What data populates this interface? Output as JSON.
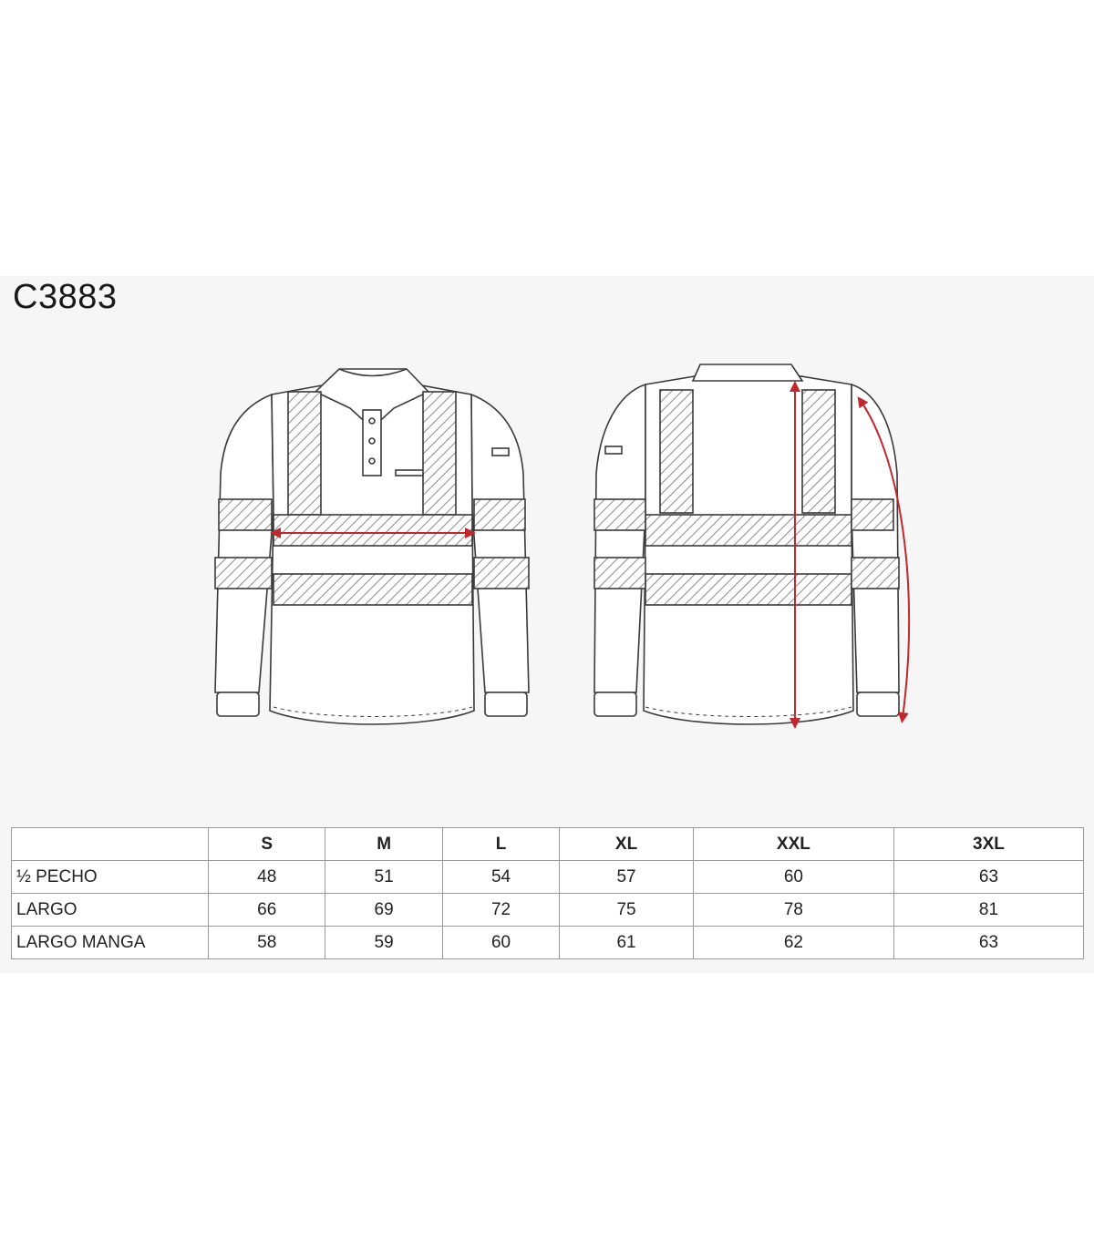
{
  "product_code": "C3883",
  "size_table": {
    "headers": [
      "",
      "S",
      "M",
      "L",
      "XL",
      "XXL",
      "3XL"
    ],
    "rows": [
      {
        "label": "½  PECHO",
        "values": [
          "48",
          "51",
          "54",
          "57",
          "60",
          "63"
        ]
      },
      {
        "label": "LARGO",
        "values": [
          "66",
          "69",
          "72",
          "75",
          "78",
          "81"
        ]
      },
      {
        "label": "LARGO MANGA",
        "values": [
          "58",
          "59",
          "60",
          "61",
          "62",
          "63"
        ]
      }
    ]
  },
  "colors": {
    "measure_arrow": "#c0282c",
    "outline": "#3a3a3a",
    "panel_background": "#f6f6f6"
  },
  "icons": [
    "front-polo-drawing",
    "back-polo-drawing",
    "chest-width-arrow",
    "body-length-arrow",
    "sleeve-length-arrow"
  ]
}
